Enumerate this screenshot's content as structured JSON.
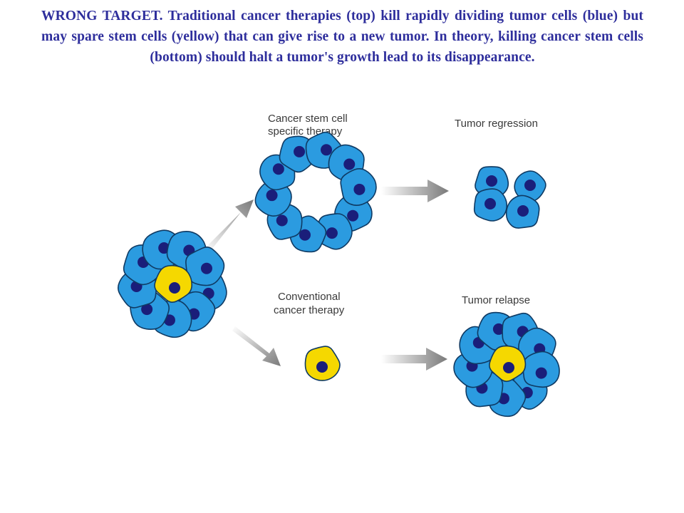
{
  "caption": "WRONG TARGET. Traditional cancer therapies (top) kill rapidly dividing tumor cells (blue) but may spare stem cells (yellow) that can give rise to a new tumor. In theory, killing cancer stem cells (bottom) should halt a tumor's growth lead to its disappearance.",
  "labels": {
    "stem_therapy_line1": "Cancer stem cell",
    "stem_therapy_line2": "specific therapy",
    "regression": "Tumor regression",
    "conventional_line1": "Conventional",
    "conventional_line2": "cancer therapy",
    "relapse": "Tumor relapse"
  },
  "colors": {
    "caption_text": "#2e2e9c",
    "tumor_cell": "#2b9be0",
    "stem_cell": "#f5d800",
    "nucleus": "#1a1e7a",
    "cell_outline": "#0f3a63",
    "arrow": "#8c8c8c"
  }
}
